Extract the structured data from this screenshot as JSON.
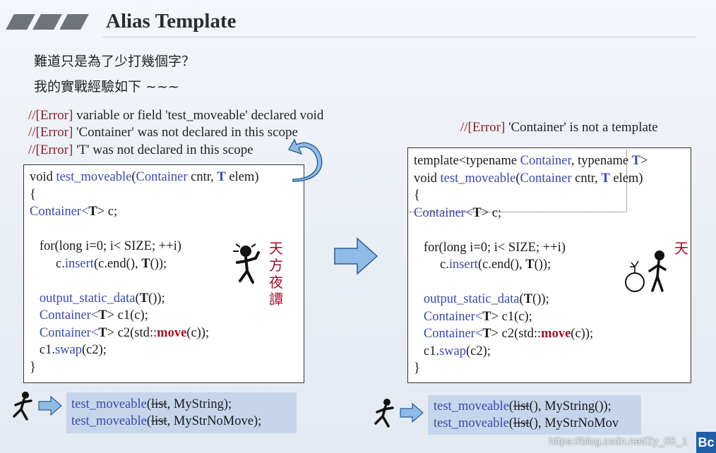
{
  "slide": {
    "title": "Alias Template",
    "subtitle_line1": "難道只是為了少打幾個字？",
    "subtitle_line2": "我的實戰經驗如下 ~~~"
  },
  "left": {
    "errors": [
      {
        "tag": "//[Error]",
        "text": " variable or field 'test_moveable' declared void"
      },
      {
        "tag": "//[Error]",
        "text": " 'Container' was not declared in this scope"
      },
      {
        "tag": "//[Error]",
        "text": " 'T' was not declared in this scope"
      }
    ],
    "sig_void": "void ",
    "sig_fn": "test_moveable",
    "sig_open": "(",
    "sig_container": "Container",
    "sig_cntr": " cntr, ",
    "sig_T": "T",
    "sig_elem": " elem)",
    "brace_open": "{",
    "decl_container": "Container",
    "decl_lt": "<",
    "decl_T": "T",
    "decl_rest": "> c;",
    "for_line": "for(long i=0; i< SIZE; ++i)",
    "insert_c": "c.",
    "insert_fn": "insert",
    "insert_mid": "(c.end(), ",
    "insert_T": "T",
    "insert_end": "());",
    "out_fn": "output_static_data",
    "out_open": "(",
    "out_T": "T",
    "out_end": "());",
    "c1_container": "Container",
    "c1_lt": "<",
    "c1_T": "T",
    "c1_rest": "> c1(c);",
    "c2_container": "Container",
    "c2_lt": "<",
    "c2_T": "T",
    "c2_mid": "> c2(std::",
    "c2_move": "move",
    "c2_end": "(c));",
    "swap_c1": "c1.",
    "swap_fn": "swap",
    "swap_end": "(c2);",
    "brace_close": "}",
    "vertical_text": [
      "天",
      "方",
      "夜",
      "譚"
    ],
    "calls": [
      {
        "fn": "test_moveable",
        "open": "(",
        "arg": "list",
        "rest": ", MyString);"
      },
      {
        "fn": "test_moveable",
        "open": "(",
        "arg": "list",
        "rest": ", MyStrNoMove);"
      }
    ]
  },
  "right": {
    "error": {
      "tag": "//[Error]",
      "text": " 'Container' is not a template"
    },
    "tmpl_a": "template<typename ",
    "tmpl_container": "Container",
    "tmpl_b": ", typename ",
    "tmpl_T": "T",
    "tmpl_c": ">",
    "sig_void": "void ",
    "sig_fn": "test_moveable",
    "sig_open": "(",
    "sig_container": "Container",
    "sig_cntr": " cntr, ",
    "sig_T": "T",
    "sig_elem": " elem)",
    "brace_open": "{",
    "decl_container": "Container",
    "decl_lt": "<",
    "decl_T": "T",
    "decl_rest": "> c;",
    "for_line": "for(long i=0; i< SIZE; ++i)",
    "insert_c": "c.",
    "insert_fn": "insert",
    "insert_mid": "(c.end(), ",
    "insert_T": "T",
    "insert_end": "());",
    "out_fn": "output_static_data",
    "out_open": "(",
    "out_T": "T",
    "out_end": "());",
    "c1_container": "Container",
    "c1_lt": "<",
    "c1_T": "T",
    "c1_rest": "> c1(c);",
    "c2_container": "Container",
    "c2_lt": "<",
    "c2_T": "T",
    "c2_mid": "> c2(std::",
    "c2_move": "move",
    "c2_end": "(c));",
    "swap_c1": "c1.",
    "swap_fn": "swap",
    "swap_end": "(c2);",
    "brace_close": "}",
    "vertical_text": [
      "天"
    ],
    "calls": [
      {
        "fn": "test_moveable",
        "open": "(",
        "arg": "list",
        "rest": "(), MyString());"
      },
      {
        "fn": "test_moveable",
        "open": "(",
        "arg": "list",
        "rest": "(), MyStrNoMov"
      }
    ]
  },
  "watermark": "https://blog.csdn.net/Zy_05_1",
  "corner_label": "Bc",
  "colors": {
    "keyword_blue": "#3a49a8",
    "error_red": "#9c1026",
    "call_bg": "#c5d6ec",
    "arrow_blue": "#6fa8dc",
    "header_bar": "#6f737a"
  }
}
